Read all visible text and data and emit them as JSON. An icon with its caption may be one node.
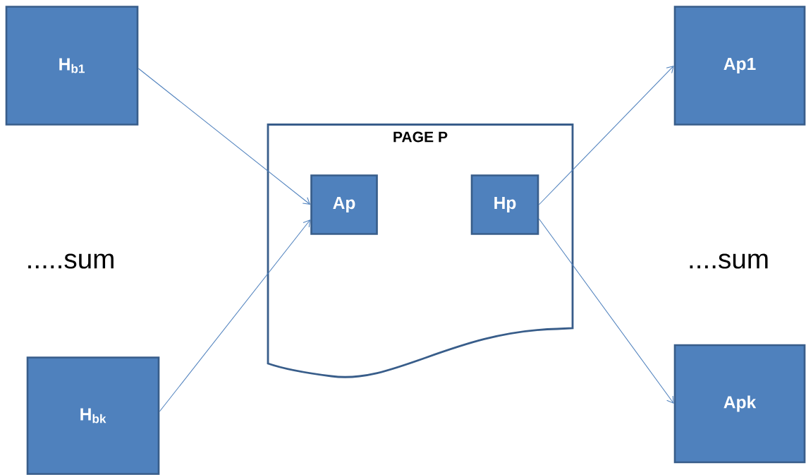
{
  "diagram": {
    "nodes": [
      {
        "text": [
          "H$_{b1}$"
        ]
      },
      {
        "text": [
          "PAGE P"
        ]
      },
      {
        "text": [
          "Ap"
        ],
        "in": 1
      },
      {
        "text": [
          "Hp"
        ],
        "in": 1
      },
      {
        "text": [
          "Ap1"
        ]
      },
      {
        "text": [
          "H$_{bk}$"
        ]
      },
      {
        "text": [
          "Apk"
        ]
      }
    ],
    "edges": [
      {
        "from": 0,
        "to": 2,
        "arrow": "to"
      },
      {
        "from": 5,
        "to": 2,
        "arrow": "to"
      },
      {
        "from": 3,
        "to": 4,
        "arrow": "to"
      },
      {
        "from": 3,
        "to": 6,
        "arrow": "to"
      }
    ],
    "labels": [
      ".....sum",
      "....sum"
    ]
  }
}
